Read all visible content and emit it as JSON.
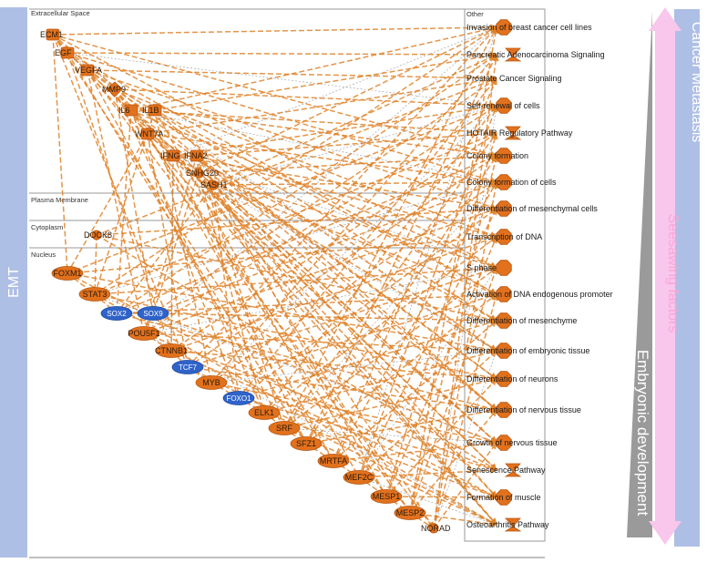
{
  "left_band": {
    "label": "EMT",
    "color": "#aebfe6"
  },
  "compartments": {
    "extracellular": "Extracellular Space",
    "plasma": "Plasma Membrane",
    "cytoplasm": "Cytoplasm",
    "nucleus": "Nucleus",
    "other": "Other"
  },
  "colors": {
    "orange": "#e2711d",
    "edge": "#e0832a",
    "blue": "#2f63c9",
    "gray": "#9a9a9a",
    "pink": "#f9c6ec",
    "lightblue": "#aebfe6"
  },
  "genes": [
    {
      "id": "ECM1",
      "label": "ECM1",
      "shape": "square",
      "color": "orange"
    },
    {
      "id": "EGF",
      "label": "EGF",
      "shape": "square",
      "color": "orange"
    },
    {
      "id": "VEGFA",
      "label": "VEGFA",
      "shape": "square",
      "color": "orange"
    },
    {
      "id": "MMP9",
      "label": "MMP9",
      "shape": "diamond",
      "color": "orange"
    },
    {
      "id": "IL6",
      "label": "IL6",
      "shape": "square",
      "color": "orange"
    },
    {
      "id": "IL1B",
      "label": "IL1B",
      "shape": "square",
      "color": "orange"
    },
    {
      "id": "WNT7A",
      "label": "WNT7A",
      "shape": "square",
      "color": "orange"
    },
    {
      "id": "IFNG",
      "label": "IFNG",
      "shape": "square",
      "color": "orange"
    },
    {
      "id": "IFNA2",
      "label": "IFNA2",
      "shape": "square",
      "color": "orange"
    },
    {
      "id": "SNHG20",
      "label": "SNHG20",
      "shape": "dot",
      "color": "orange"
    },
    {
      "id": "SASH1",
      "label": "SASH1",
      "shape": "dot",
      "color": "orange"
    },
    {
      "id": "DOCK8",
      "label": "DOCK8",
      "shape": "dot",
      "color": "orange"
    },
    {
      "id": "FOXM1",
      "label": "FOXM1",
      "shape": "ellipse",
      "color": "orange"
    },
    {
      "id": "STAT3",
      "label": "STAT3",
      "shape": "ellipse",
      "color": "orange"
    },
    {
      "id": "SOX2",
      "label": "SOX2",
      "shape": "ellipse",
      "color": "blue"
    },
    {
      "id": "SOX9",
      "label": "SOX9",
      "shape": "ellipse",
      "color": "blue"
    },
    {
      "id": "POU5F1",
      "label": "POU5F1",
      "shape": "ellipse",
      "color": "orange"
    },
    {
      "id": "CTNNB1",
      "label": "CTNNB1",
      "shape": "ellipse",
      "color": "orange"
    },
    {
      "id": "TCF7",
      "label": "TCF7",
      "shape": "ellipse",
      "color": "blue"
    },
    {
      "id": "MYB",
      "label": "MYB",
      "shape": "ellipse",
      "color": "orange"
    },
    {
      "id": "FOXO1",
      "label": "FOXO1",
      "shape": "ellipse",
      "color": "blue"
    },
    {
      "id": "ELK1",
      "label": "ELK1",
      "shape": "ellipse",
      "color": "orange"
    },
    {
      "id": "SRF",
      "label": "SRF",
      "shape": "ellipse",
      "color": "orange"
    },
    {
      "id": "SP1",
      "label": "SFZ1",
      "shape": "ellipse",
      "color": "orange"
    },
    {
      "id": "MRTFA",
      "label": "MRTFA",
      "shape": "ellipse",
      "color": "orange"
    },
    {
      "id": "MEF2C",
      "label": "MEF2C",
      "shape": "ellipse",
      "color": "orange"
    },
    {
      "id": "MESP1",
      "label": "MESP1",
      "shape": "ellipse",
      "color": "orange"
    },
    {
      "id": "MESP2",
      "label": "MESP2",
      "shape": "ellipse",
      "color": "orange"
    },
    {
      "id": "NORAD",
      "label": "NORAD",
      "shape": "dot",
      "color": "orange"
    }
  ],
  "functions": [
    {
      "label": "Invasion of breast cancer cell lines",
      "shape": "octagon"
    },
    {
      "label": "Pancreatic Adenocarcinoma Signaling",
      "shape": "hourglass"
    },
    {
      "label": "Prostate Cancer Signaling",
      "shape": "none"
    },
    {
      "label": "Self-renewal of cells",
      "shape": "octagon"
    },
    {
      "label": "HOTAIR Regulatory Pathway",
      "shape": "hourglass"
    },
    {
      "label": "Colony formation",
      "shape": "octagon"
    },
    {
      "label": "Colony formation of cells",
      "shape": "octagon"
    },
    {
      "label": "Differentiation of mesenchymal cells",
      "shape": "octagon"
    },
    {
      "label": "Transcription of DNA",
      "shape": "octagon"
    },
    {
      "label": "S phase",
      "shape": "octagon"
    },
    {
      "label": "Activation of DNA endogenous promoter",
      "shape": "octagon"
    },
    {
      "label": "Differentiation of mesenchyme",
      "shape": "octagon"
    },
    {
      "label": "Differentiation of embryonic tissue",
      "shape": "octagon"
    },
    {
      "label": "Differentiation of neurons",
      "shape": "octagon"
    },
    {
      "label": "Differentiation of nervous tissue",
      "shape": "octagon"
    },
    {
      "label": "Growth of nervous tissue",
      "shape": "octagon"
    },
    {
      "label": "Senescence Pathway",
      "shape": "hourglass"
    },
    {
      "label": "Formation of muscle",
      "shape": "octagon"
    },
    {
      "label": "Osteoarthritis Pathway",
      "shape": "hourglass"
    }
  ],
  "right_bands": [
    {
      "label": "Cancer Metastasis",
      "color": "lightblue"
    },
    {
      "label": "Seesawing factors",
      "color": "pink"
    },
    {
      "label": "Embryonic development",
      "color": "gray"
    }
  ]
}
